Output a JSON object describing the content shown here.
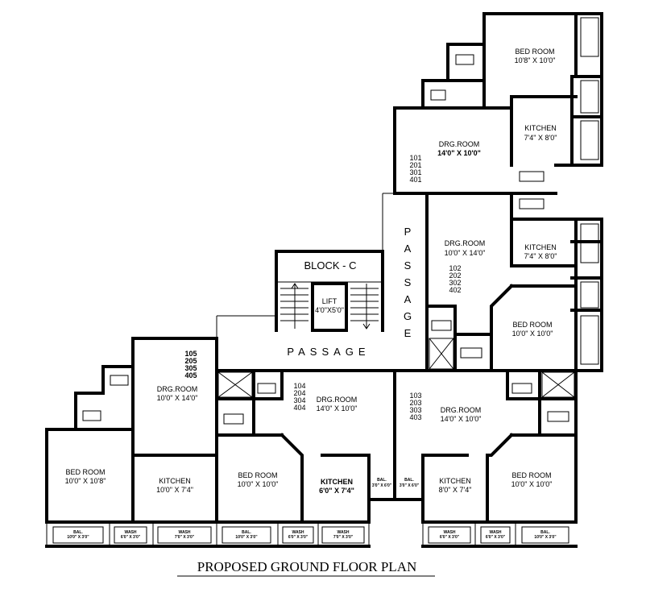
{
  "plan_title": "PROPOSED GROUND FLOOR PLAN",
  "block_label": "BLOCK - C",
  "lift": {
    "label": "LIFT",
    "size": "4'0\"X5'0\""
  },
  "passage_h": "PASSAGE",
  "passage_v": [
    "P",
    "A",
    "S",
    "S",
    "A",
    "G",
    "E"
  ],
  "units": {
    "u101": [
      "101",
      "201",
      "301",
      "401"
    ],
    "u102": [
      "102",
      "202",
      "302",
      "402"
    ],
    "u103": [
      "103",
      "203",
      "303",
      "403"
    ],
    "u104": [
      "104",
      "204",
      "304",
      "404"
    ],
    "u105": [
      "105",
      "205",
      "305",
      "405"
    ]
  },
  "rooms": {
    "tr_bed": {
      "name": "BED ROOM",
      "size": "10'8\" X 10'0\""
    },
    "tr_kit": {
      "name": "KITCHEN",
      "size": "7'4\" X 8'0\""
    },
    "tr_drg": {
      "name": "DRG.ROOM",
      "size": "14'0\" X 10'0\""
    },
    "mr_drg": {
      "name": "DRG.ROOM",
      "size": "10'0\" X 14'0\""
    },
    "mr_kit": {
      "name": "KITCHEN",
      "size": "7'4\" X 8'0\""
    },
    "mr_bed": {
      "name": "BED ROOM",
      "size": "10'0\" X 10'0\""
    },
    "l_drg": {
      "name": "DRG.ROOM",
      "size": "10'0\" X 14'0\""
    },
    "l_bed": {
      "name": "BED ROOM",
      "size": "10'0\" X 10'8\""
    },
    "l_kit": {
      "name": "KITCHEN",
      "size": "10'0\" X 7'4\""
    },
    "c_drg": {
      "name": "DRG.ROOM",
      "size": "14'0\" X 10'0\""
    },
    "c_bed": {
      "name": "BED ROOM",
      "size": "10'0\" X 10'0\""
    },
    "c_kit": {
      "name": "KITCHEN",
      "size": "6'0\" X 7'4\""
    },
    "rc_drg": {
      "name": "DRG.ROOM",
      "size": "14'0\" X 10'0\""
    },
    "rc_kit": {
      "name": "KITCHEN",
      "size": "8'0\" X 7'4\""
    },
    "rc_bed": {
      "name": "BED ROOM",
      "size": "10'0\" X 10'0\""
    }
  },
  "small_labels": {
    "bal": "BAL.",
    "bal_size_a": "10'0\" X 3'0\"",
    "bal_size_b": "3'0\" X 6'0\"",
    "bal_size_c": "7'0\" X 3'0\"",
    "bal_size_d": "10'0\" X 3'0\"",
    "wash": "WASH",
    "wash_size": "6'0\" X 3'0\""
  }
}
